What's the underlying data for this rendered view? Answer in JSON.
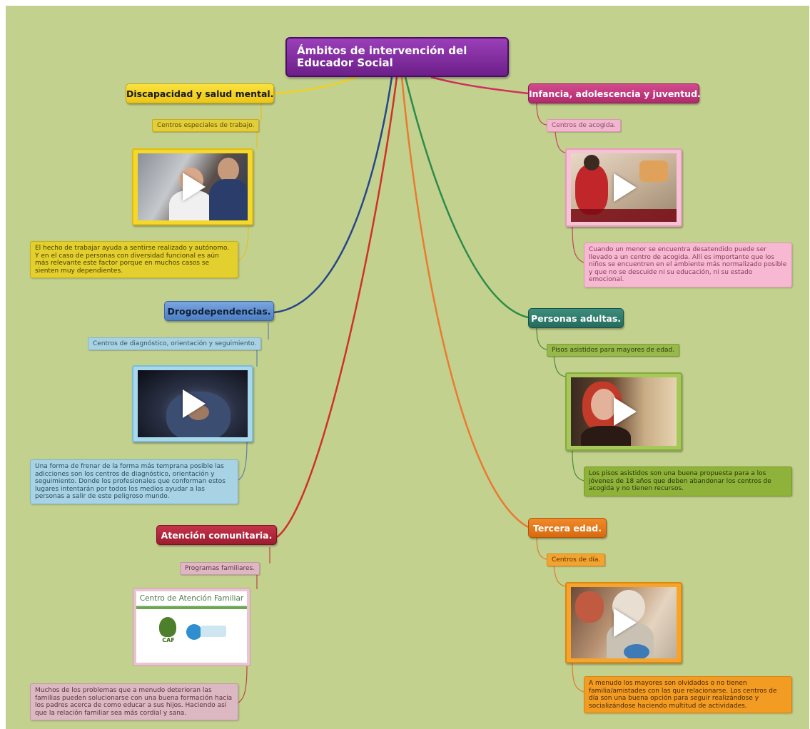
{
  "central": {
    "title": "Ámbitos de intervención del Educador Social"
  },
  "branches": [
    {
      "key": "discapacidad",
      "title": "Discapacidad y salud mental.",
      "sub": "Centros especiales de trabajo.",
      "description": "El hecho de trabajar ayuda a sentirse realizado y autónomo. Y en el caso de personas con diversidad funcional es aún más relevante este factor porque en muchos casos se sienten muy dependientes.",
      "color": "#f2d11e"
    },
    {
      "key": "drogodependencias",
      "title": "Drogodependencias.",
      "sub": "Centros de diagnóstico, orientación y seguimiento.",
      "description": "Una forma de frenar de la forma más temprana posible las adicciones son los centros de diagnóstico, orientación y seguimiento. Donde los profesionales que conforman estos lugares intentarán por todos los medios ayudar a las personas a salir de este peligroso mundo.",
      "color": "#5e8fcf"
    },
    {
      "key": "comunitaria",
      "title": "Atención comunitaria.",
      "sub": "Programas familiares.",
      "description": "Muchos de los problemas que a menudo deterioran las familias pueden solucionarse con una buena formación hacia los padres acerca de como educar a sus hijos. Haciendo así que la relación familiar sea más cordial y sana.",
      "color": "#b8263a",
      "image": {
        "title": "Centro de Atención Familiar",
        "logo_text": "CAF"
      }
    },
    {
      "key": "infancia",
      "title": "Infancia, adolescencia y juventud.",
      "sub": "Centros de acogida.",
      "description": "Cuando un menor se encuentra desatendido puede ser llevado a un centro de acogida. Allí es importante que los niños se encuentren en el ambiente más normalizado posible y que no se descuide ni su educación, ni su estado emocional.",
      "color": "#c23a7e"
    },
    {
      "key": "adultas",
      "title": "Personas adultas.",
      "sub": "Pisos asistidos para mayores de edad.",
      "description": "Los pisos asistidos son una buena propuesta para a los jóvenes de 18 años que deben abandonar los centros de acogida y no tienen recursos.",
      "color": "#2f7d6d"
    },
    {
      "key": "tercera",
      "title": "Tercera edad.",
      "sub": "Centros de día.",
      "description": "A menudo los mayores son olvidados o no tienen familia/amistades con las que relacionarse. Los centros de día son una buena opción para seguir realizándose y socializándose haciendo multitud de actividades.",
      "color": "#e77a1e"
    }
  ]
}
